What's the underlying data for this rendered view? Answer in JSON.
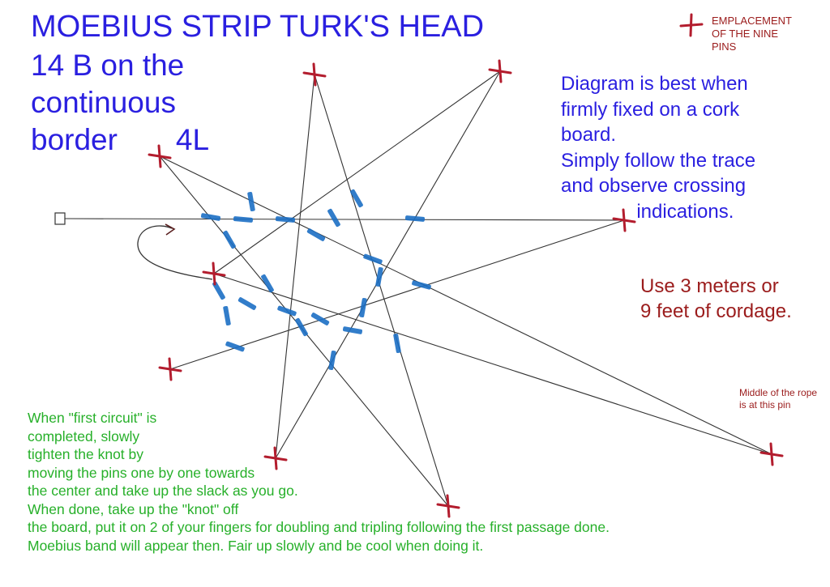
{
  "title": "MOEBIUS STRIP TURK'S HEAD",
  "subtitle_lines": [
    "14 B  on the",
    "continuous",
    "border       4L"
  ],
  "legend": {
    "icon": "red-cross-pin-marker",
    "lines": [
      "EMPLACEMENT",
      "OF THE NINE",
      "PINS"
    ]
  },
  "instructions_lines": [
    "Diagram is best when",
    "firmly fixed on a cork",
    "board.",
    "Simply follow the trace",
    "and observe crossing",
    "              indications."
  ],
  "cordage_lines": [
    "Use 3 meters or",
    "9 feet of cordage."
  ],
  "middle_note_lines": [
    "Middle of the rope",
    "is at this pin"
  ],
  "steps_lines": [
    "When \"first circuit\" is",
    "completed, slowly",
    "tighten the knot by",
    "moving the pins one by one towards",
    "the center and take up the slack as you go.",
    "When done, take up the \"knot\" off",
    "the board, put it on 2 of your fingers for doubling and tripling following the first passage done.",
    "Moebius band will appear then. Fair up slowly and be cool when doing it."
  ],
  "colors": {
    "title": "#2a1fe0",
    "instructions": "#2a1fe0",
    "notes_red": "#9b1c1c",
    "steps_green": "#27b02a",
    "pin_cross": "#b31d2e",
    "crossing_marks": "#1c6fc4",
    "lines": "#333333",
    "arrow": "#5a2020"
  }
}
